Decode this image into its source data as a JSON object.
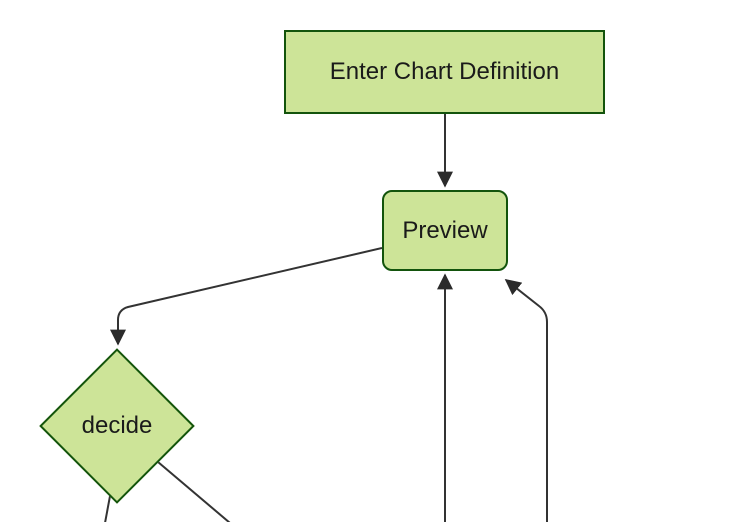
{
  "diagram": {
    "type": "flowchart",
    "direction": "top-down",
    "nodes": [
      {
        "id": "definition",
        "label": "Enter Chart Definition",
        "shape": "rectangle"
      },
      {
        "id": "preview",
        "label": "Preview",
        "shape": "rounded-rectangle"
      },
      {
        "id": "decide",
        "label": "decide",
        "shape": "diamond"
      }
    ],
    "edges": [
      {
        "from": "definition",
        "to": "preview",
        "arrowhead": true
      },
      {
        "from": "preview",
        "to": "decide",
        "arrowhead": true
      },
      {
        "from": "below-canvas-center",
        "to": "preview",
        "arrowhead": true
      },
      {
        "from": "below-canvas-right",
        "to": "preview",
        "arrowhead": true
      },
      {
        "from": "decide",
        "to": "below-canvas-left",
        "arrowhead": false
      },
      {
        "from": "decide",
        "to": "below-canvas-middle",
        "arrowhead": false
      }
    ]
  },
  "theme": {
    "canvas_bg": "#ffffff",
    "node_fill": "#cde498",
    "node_border": "#13540c",
    "edge_color": "#333333",
    "arrowhead_color": "#2b2b2b",
    "text_color": "#1a1a1a"
  }
}
